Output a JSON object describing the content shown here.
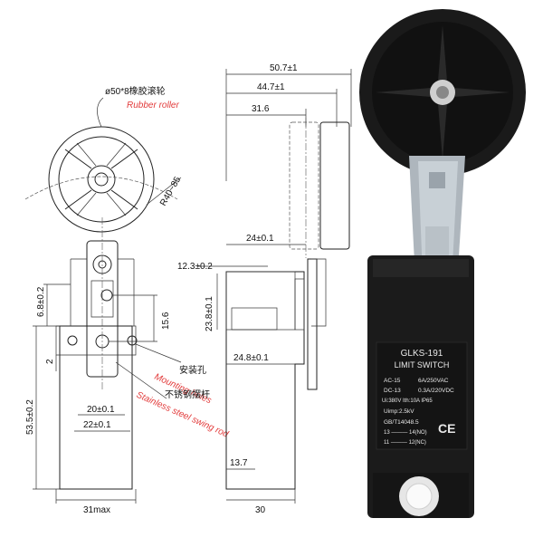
{
  "front_view": {
    "roller_cn": "ø50*8橡胶滚轮",
    "roller_en": "Rubber roller",
    "radius": "R40~85",
    "mounting_cn": "安装孔",
    "mounting_en": "Mounting holes",
    "rod_cn": "不锈钢摆杆",
    "rod_en": "Stainless steel swing rod",
    "dim_height_total": "53.5±0.2",
    "dim_6_8": "6.8±0.2",
    "dim_2": "2",
    "dim_15_6": "15.6",
    "dim_20": "20±0.1",
    "dim_22": "22±0.1",
    "dim_31max": "31max"
  },
  "side_view": {
    "dim_50_7": "50.7±1",
    "dim_44_7": "44.7±1",
    "dim_31_6": "31.6",
    "dim_24": "24±0.1",
    "dim_12_3": "12.3±0.2",
    "dim_23_8": "23.8±0.1",
    "dim_24_8": "24.8±0.1",
    "dim_13_7": "13.7",
    "dim_30": "30"
  },
  "product": {
    "model": "GLKS-191",
    "name": "LIMIT SWITCH",
    "row1": [
      "AC-15",
      "6A/250VAC"
    ],
    "row2": [
      "DC-13",
      "0.3A/220VDC"
    ],
    "row3": "Ui:380V  Ith:10A  IP65",
    "row4": "Uimp:2.5kV",
    "row5": "GB/T14048.5",
    "terminals_no": "13 ——— 14(NO)",
    "terminals_nc": "11 ——— 12(NC)",
    "ce_mark": "CE"
  }
}
